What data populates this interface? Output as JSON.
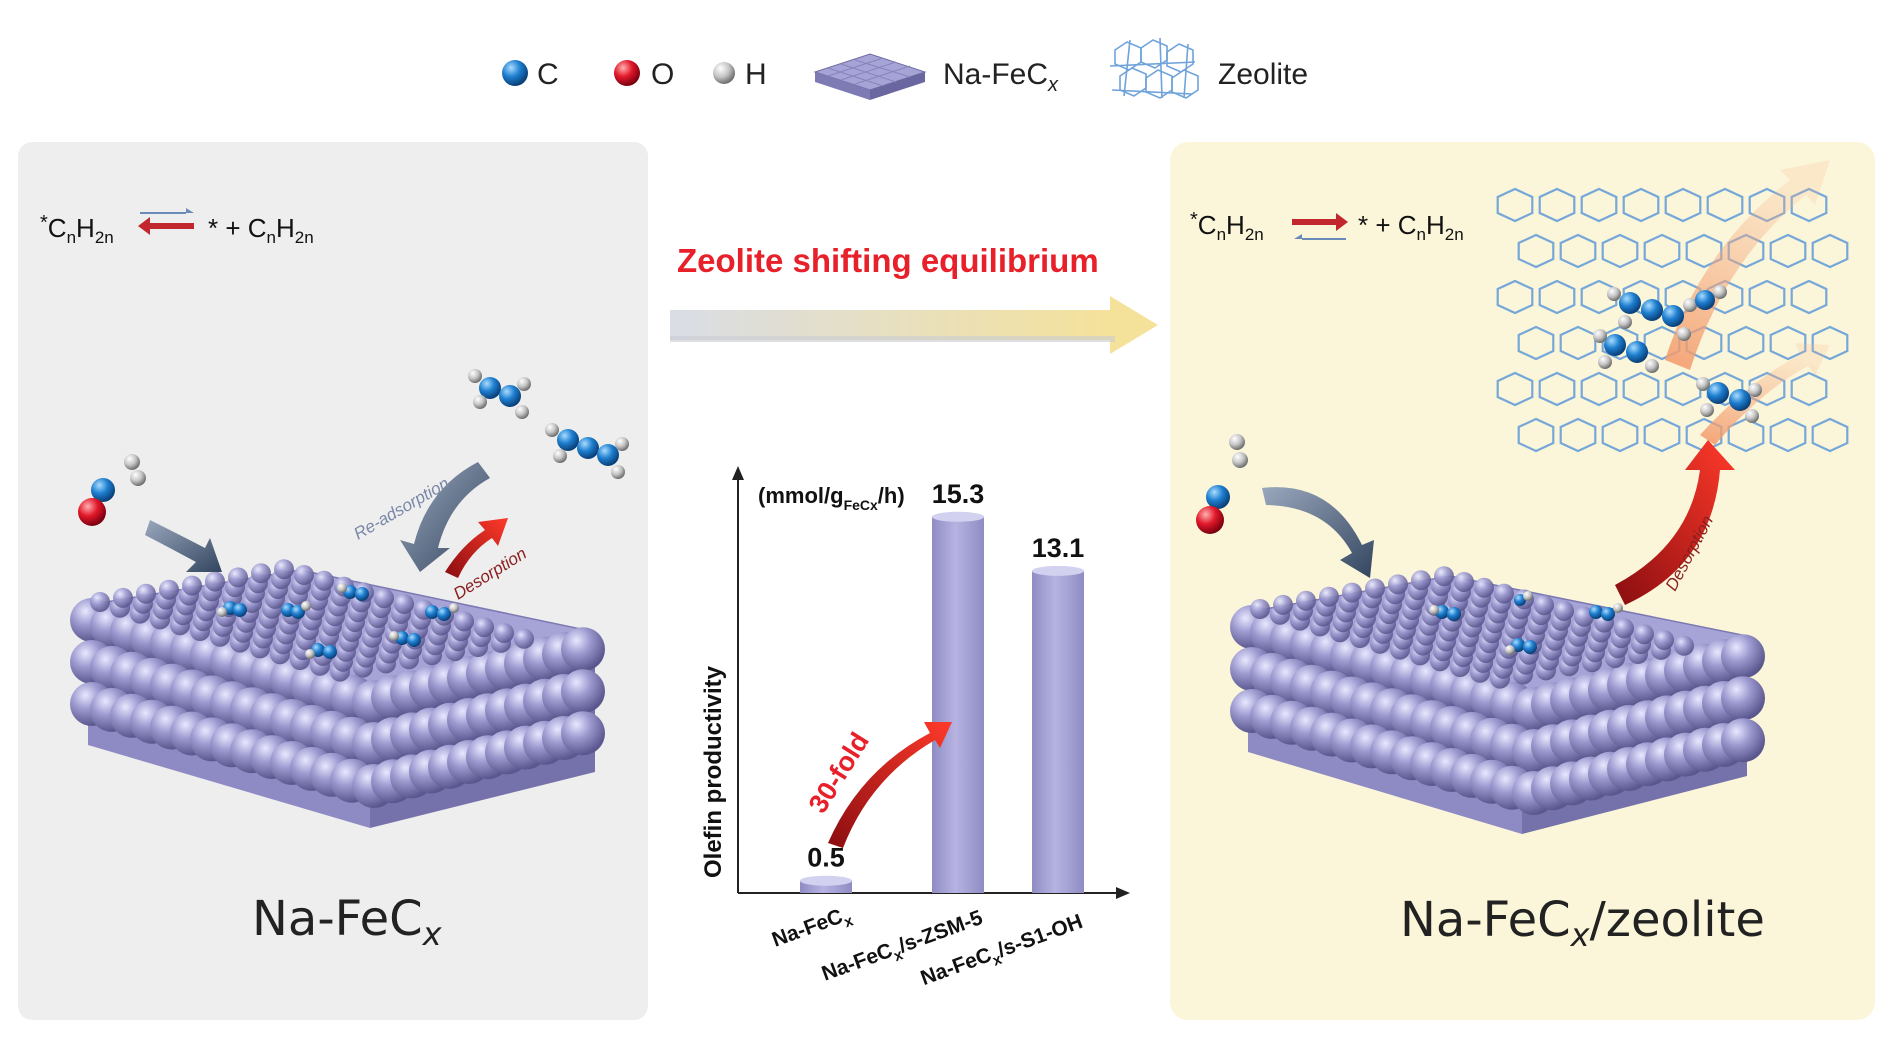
{
  "legend": {
    "items": [
      {
        "symbol": "C",
        "label": "C",
        "color": "#1e7fd0"
      },
      {
        "symbol": "O",
        "label": "O",
        "color": "#e2182a"
      },
      {
        "symbol": "H",
        "label": "H",
        "color": "#b8b8b8"
      }
    ],
    "nafecx_base": "Na-FeC",
    "nafecx_sub": "x",
    "zeolite": "Zeolite"
  },
  "left_panel": {
    "equation": {
      "star": "*",
      "species1_c": "C",
      "species1_n": "n",
      "species1_h": "H",
      "species1_2n": "2n",
      "rhs_star": "* + ",
      "species2_c": "C",
      "species2_n": "n",
      "species2_h": "H",
      "species2_2n": "2n"
    },
    "readsorption": "Re-adsorption",
    "desorption": "Desorption",
    "caption_base": "Na-FeC",
    "caption_sub": "x",
    "background": "#eeeeee"
  },
  "middle": {
    "shift_label": "Zeolite shifting equilibrium",
    "arrow_color": "#f5e29a"
  },
  "right_panel": {
    "equation": {
      "star": "*",
      "species1_c": "C",
      "species1_n": "n",
      "species1_h": "H",
      "species1_2n": "2n",
      "rhs_star": "* + ",
      "species2_c": "C",
      "species2_n": "n",
      "species2_h": "H",
      "species2_2n": "2n"
    },
    "desorption": "Desorption",
    "caption_base": "Na-FeC",
    "caption_sub": "x",
    "caption_tail": "/zeolite",
    "background": "#fbf6d9"
  },
  "chart_data": {
    "type": "bar",
    "ylabel": "Olefin productivity",
    "unit_prefix": "(mmol/g",
    "unit_sub": "FeCx",
    "unit_suffix": "/h)",
    "categories": [
      {
        "base": "Na-FeC",
        "sub": "x",
        "tail": ""
      },
      {
        "base": "Na-FeC",
        "sub": "x",
        "tail": "/s-ZSM-5"
      },
      {
        "base": "Na-FeC",
        "sub": "x",
        "tail": "/s-S1-OH"
      }
    ],
    "values": [
      0.5,
      15.3,
      13.1
    ],
    "value_labels": [
      "0.5",
      "15.3",
      "13.1"
    ],
    "ylim": [
      0,
      17
    ],
    "annotation": "30-fold",
    "bar_color": "#a9a6d8"
  }
}
